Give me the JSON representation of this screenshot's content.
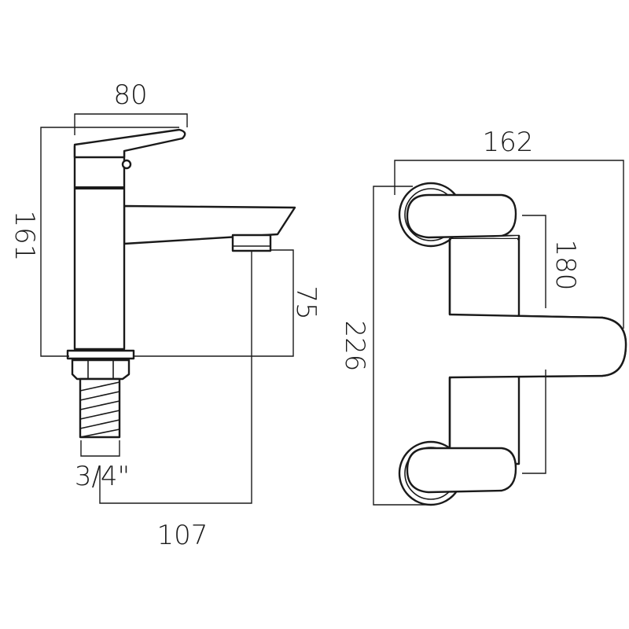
{
  "side_view": {
    "width_label": "80",
    "height_label": "161",
    "spout_height_label": "75",
    "reach_label": "107",
    "thread_label": "3/4\""
  },
  "top_view": {
    "width_label": "162",
    "depth_label": "226",
    "centres_label": "180"
  }
}
